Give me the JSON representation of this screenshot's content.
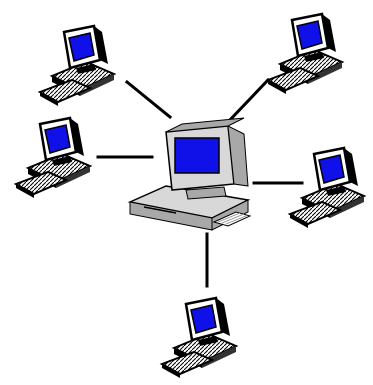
{
  "diagram": {
    "type": "star-network",
    "colors": {
      "screen": "#1010e8",
      "outline": "#000000",
      "background": "#ffffff",
      "hub_case": "#d8d8d8",
      "hub_shade": "#a8a8a8"
    },
    "hub": {
      "name": "server-computer",
      "icon": "desktop-computer-icon"
    },
    "nodes": [
      {
        "name": "workstation-top-left",
        "icon": "workstation-icon"
      },
      {
        "name": "workstation-top-right",
        "icon": "workstation-icon"
      },
      {
        "name": "workstation-middle-left",
        "icon": "workstation-icon"
      },
      {
        "name": "workstation-middle-right",
        "icon": "workstation-icon"
      },
      {
        "name": "workstation-bottom",
        "icon": "workstation-icon"
      }
    ]
  }
}
